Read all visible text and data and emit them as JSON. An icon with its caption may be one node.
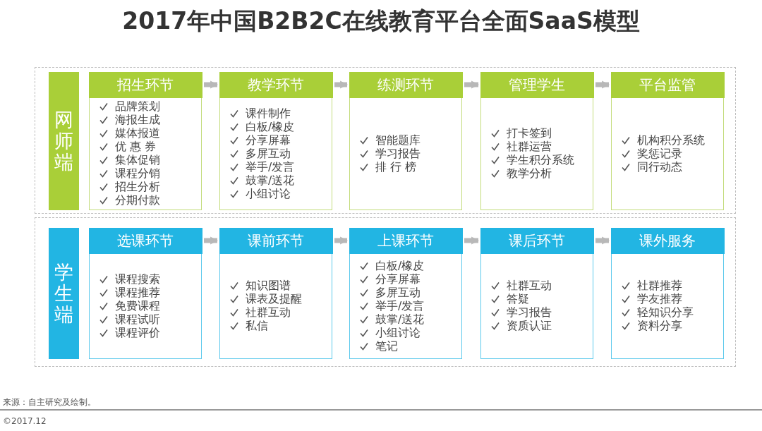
{
  "diagram": {
    "title": "2017年中国B2B2C在线教育平台全面SaaS模型",
    "nodes": [
      {
        "text": [],
        "shape": "box"
      },
      {
        "text": [
          "网师端"
        ],
        "in": 0
      },
      {
        "text": [
          "招生环节",
          "品牌策划",
          "海报生成",
          "媒体报道",
          "优 惠 券",
          "集体促销",
          "课程分销",
          "招生分析",
          "分期付款"
        ],
        "in": 0
      },
      {
        "text": [
          "教学环节",
          "课件制作",
          "白板/橡皮",
          "分享屏幕",
          "多屏互动",
          "举手/发言",
          "鼓掌/送花",
          "小组讨论"
        ],
        "in": 0
      },
      {
        "text": [
          "练测环节",
          "智能题库",
          "学习报告",
          "排 行 榜"
        ],
        "in": 0
      },
      {
        "text": [
          "管理学生",
          "打卡签到",
          "社群运营",
          "学生积分系统",
          "教学分析"
        ],
        "in": 0
      },
      {
        "text": [
          "平台监管",
          "机构积分系统",
          "奖惩记录",
          "同行动态"
        ],
        "in": 0
      },
      {
        "text": [],
        "shape": "box"
      },
      {
        "text": [
          "学生端"
        ],
        "in": 7
      },
      {
        "text": [
          "选课环节",
          "课程搜索",
          "课程推荐",
          "免费课程",
          "课程试听",
          "课程评价"
        ],
        "in": 7
      },
      {
        "text": [
          "课前环节",
          "知识图谱",
          "课表及提醒",
          "社群互动",
          "私信"
        ],
        "in": 7
      },
      {
        "text": [
          "上课环节",
          "白板/橡皮",
          "分享屏幕",
          "多屏互动",
          "举手/发言",
          "鼓掌/送花",
          "小组讨论",
          "笔记"
        ],
        "in": 7
      },
      {
        "text": [
          "课后环节",
          "社群互动",
          "答疑",
          "学习报告",
          "资质认证"
        ],
        "in": 7
      },
      {
        "text": [
          "课外服务",
          "社群推荐",
          "学友推荐",
          "轻知识分享",
          "资料分享"
        ],
        "in": 7
      }
    ],
    "edges": [
      {
        "from": 2,
        "to": 3,
        "arrow": "to"
      },
      {
        "from": 3,
        "to": 4,
        "arrow": "to"
      },
      {
        "from": 4,
        "to": 5,
        "arrow": "to"
      },
      {
        "from": 5,
        "to": 6,
        "arrow": "to"
      },
      {
        "from": 9,
        "to": 10,
        "arrow": "to"
      },
      {
        "from": 10,
        "to": 11,
        "arrow": "to"
      },
      {
        "from": 11,
        "to": 12,
        "arrow": "to"
      },
      {
        "from": 12,
        "to": 13,
        "arrow": "to"
      }
    ],
    "labels": [
      "来源：自主研究及绘制。",
      "©2017.12"
    ]
  }
}
